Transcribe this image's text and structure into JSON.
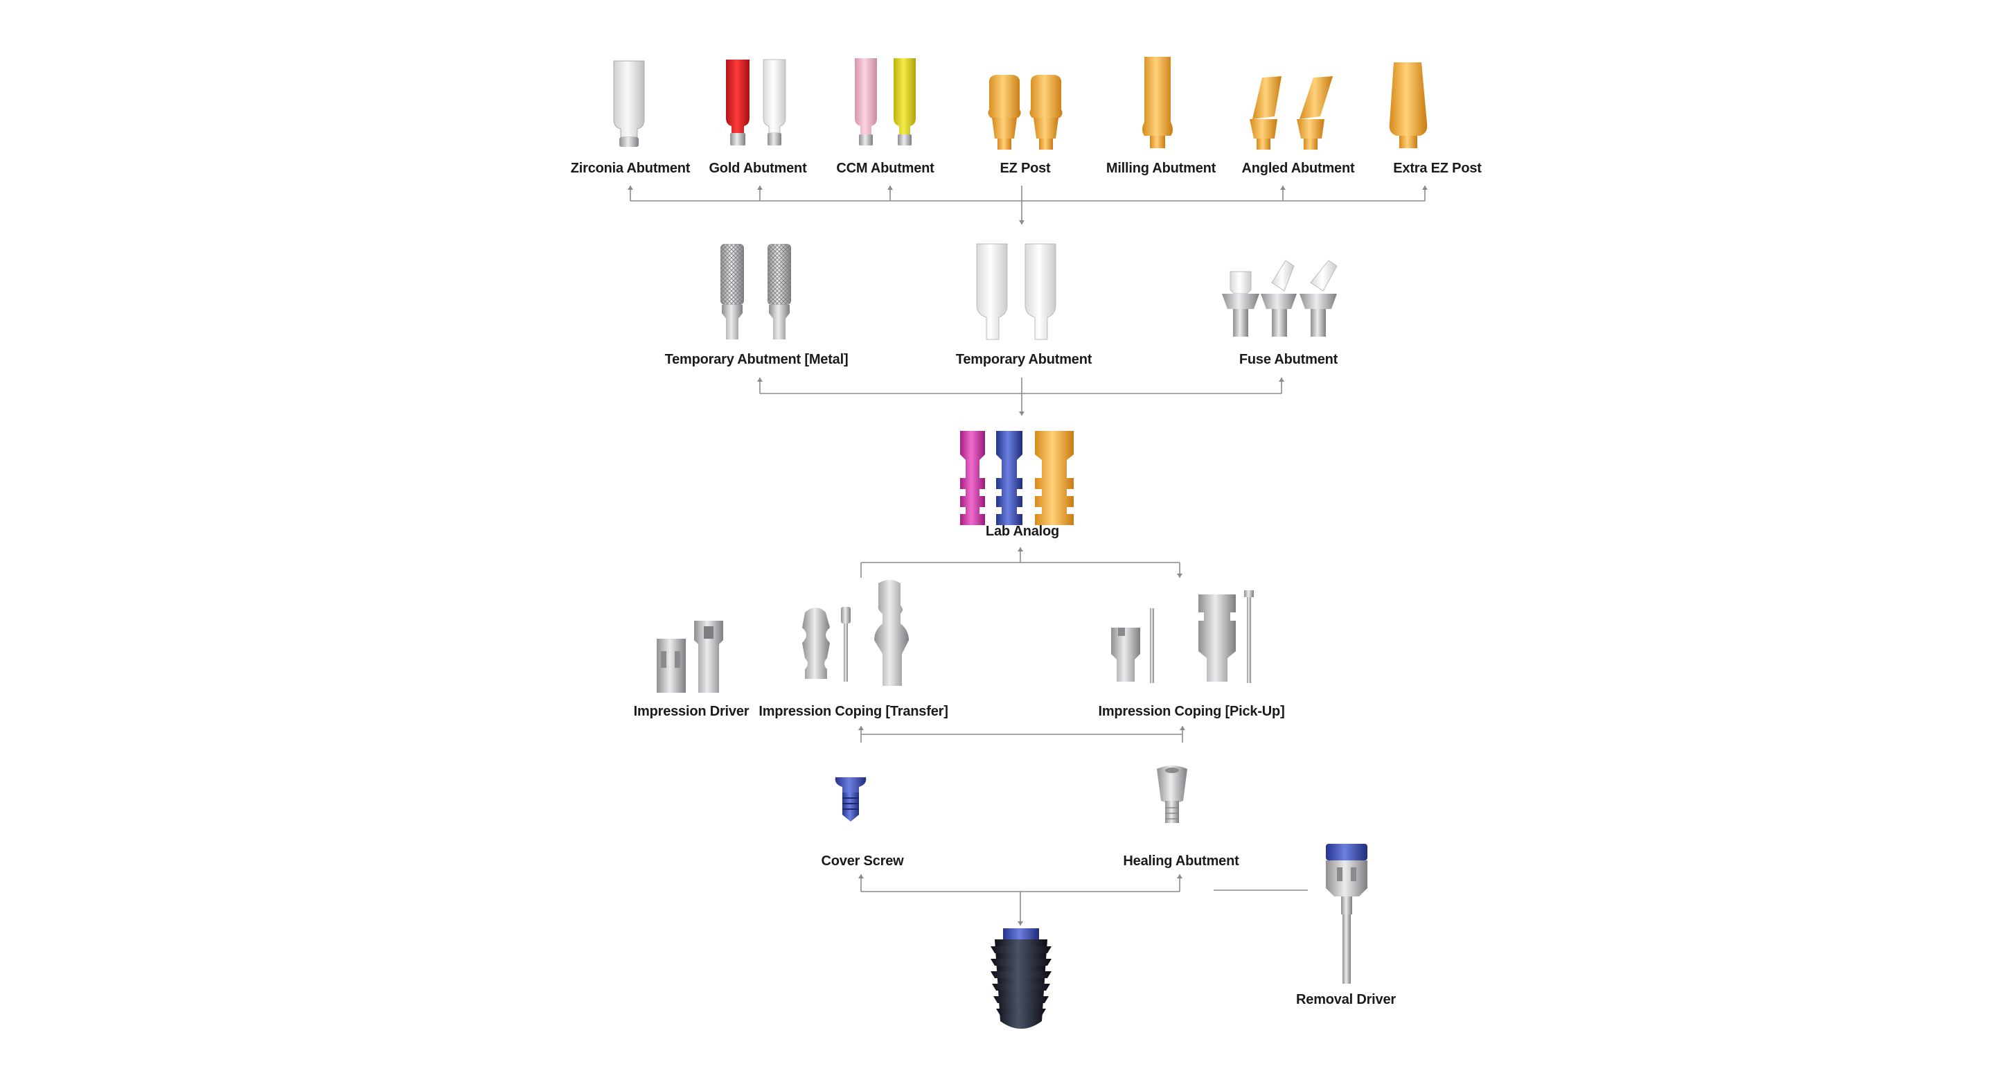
{
  "diagram": {
    "labels": {
      "zirconia": "Zirconia Abutment",
      "gold": "Gold Abutment",
      "ccm": "CCM Abutment",
      "ez_post": "EZ Post",
      "milling": "Milling Abutment",
      "angled": "Angled Abutment",
      "extra_ez": "Extra EZ Post",
      "temp_metal": "Temporary Abutment [Metal]",
      "temp": "Temporary Abutment",
      "fuse": "Fuse Abutment",
      "lab_analog": "Lab Analog",
      "imp_driver": "Impression Driver",
      "imp_transfer": "Impression Coping [Transfer]",
      "imp_pickup": "Impression Coping [Pick-Up]",
      "cover_screw": "Cover Screw",
      "healing": "Healing Abutment",
      "removal_driver": "Removal Driver"
    },
    "colors": {
      "line": "#8a8a8a",
      "zirconia": "#e2e2e2",
      "gold_red": "#e01e25",
      "white": "#f2f2f2",
      "ccm_pink": "#f0b8cc",
      "ccm_yellow": "#e8dc1e",
      "gold_tone": "#f2a93b",
      "titanium": "#b9b9bb",
      "magenta": "#d03aa8",
      "blue": "#3a4fb0",
      "implant_dark": "#1f2430"
    }
  }
}
